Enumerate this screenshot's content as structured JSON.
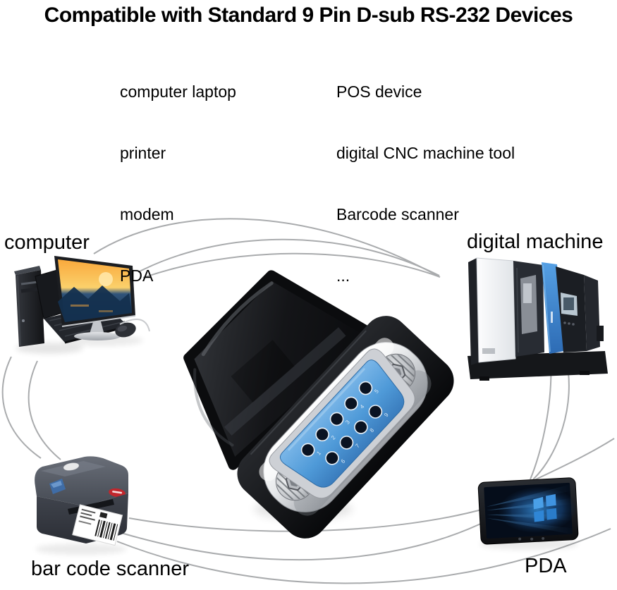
{
  "title": "Compatible with Standard 9 Pin D-sub RS-232 Devices",
  "compat_columns": {
    "left": [
      "computer laptop",
      "printer",
      "modem",
      "PDA"
    ],
    "right": [
      "POS device",
      "digital CNC machine tool",
      "Barcode scanner",
      "..."
    ]
  },
  "devices": {
    "computer": {
      "label": "computer"
    },
    "digital_machine": {
      "label": "digital machine"
    },
    "barcode_scanner": {
      "label": "bar code scanner"
    },
    "pda": {
      "label": "PDA"
    }
  },
  "connector": {
    "type": "DB9 female serial adapter",
    "pins": [
      "1",
      "2",
      "3",
      "4",
      "5",
      "6",
      "7",
      "8",
      "9"
    ]
  },
  "colors": {
    "background": "#ffffff",
    "text": "#000000",
    "arc_line": "#a9abad",
    "connector_blue": "#4f9ad8",
    "machine_blue": "#3b82d0",
    "logo_red": "#c1272d",
    "windows_blue": "#2f86d6"
  }
}
